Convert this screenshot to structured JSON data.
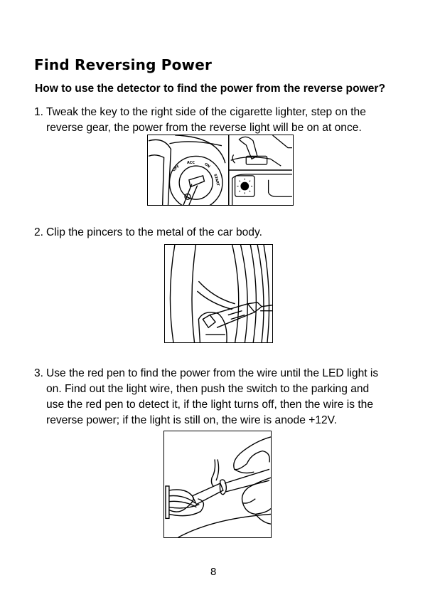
{
  "page": {
    "title": "Find Reversing Power",
    "subtitle": "How to use the detector to find the power from the reverse power?",
    "page_number": "8"
  },
  "steps": [
    {
      "number": "1.",
      "lines": [
        "Tweak the key to the right side of the cigarette lighter, step on the",
        "reverse gear, the power from the reverse light will be on at once."
      ],
      "figure": {
        "description": "Ignition key switch and gear shifter with reverse light lit",
        "ignition_labels": [
          "OFF",
          "ACC",
          "ON",
          "START"
        ]
      }
    },
    {
      "number": "2.",
      "lines": [
        "Clip the pincers to the metal of the car body."
      ],
      "figure": {
        "description": "Clip pincer attached to metal bolt of car body"
      }
    },
    {
      "number": "3.",
      "lines": [
        "Use the red pen to find the power from the wire until the LED light is",
        "on. Find out the light wire, then push the switch to the parking and",
        "use the red pen to detect it, if the light turns off, then the wire is the",
        "reverse power; if the light is still on, the wire is anode +12V."
      ],
      "figure": {
        "description": "Hand holding detector pen probing wire bundle"
      }
    }
  ]
}
